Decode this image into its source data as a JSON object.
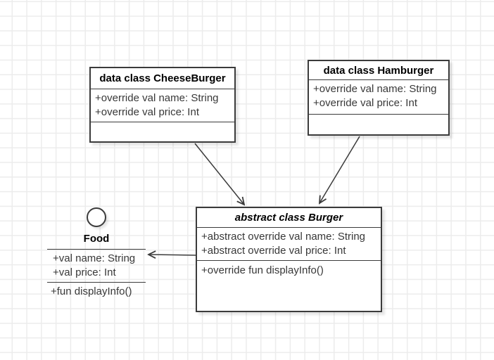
{
  "diagram": {
    "kind": "uml-class-diagram",
    "colors": {
      "canvas_bg": "#ffffff",
      "grid_line": "#ececec",
      "node_fill": "#ffffff",
      "node_stroke": "#3b3b3b",
      "title_text": "#000000",
      "body_text": "#383838"
    },
    "classes": {
      "cheeseburger": {
        "title": "data class CheeseBurger",
        "attributes": [
          "+override val name: String",
          "+override val price: Int"
        ],
        "methods": []
      },
      "hamburger": {
        "title": "data class Hamburger",
        "attributes": [
          "+override val name: String",
          "+override val price: Int"
        ],
        "methods": []
      },
      "burger": {
        "title": "abstract class Burger",
        "title_style": "bold-italic",
        "attributes": [
          "+abstract override val name: String",
          "+abstract override val price: Int"
        ],
        "methods": [
          "+override fun displayInfo()"
        ]
      },
      "food": {
        "title": "Food",
        "notation": "interface-lollipop-circle",
        "attributes": [
          "+val name: String",
          "+val price: Int"
        ],
        "methods": [
          "+fun displayInfo()"
        ]
      }
    },
    "edges": [
      {
        "from": "CheeseBurger",
        "to": "Burger",
        "style": "open-arrow"
      },
      {
        "from": "Hamburger",
        "to": "Burger",
        "style": "open-arrow"
      },
      {
        "from": "Burger",
        "to": "Food",
        "style": "open-arrow"
      }
    ]
  }
}
